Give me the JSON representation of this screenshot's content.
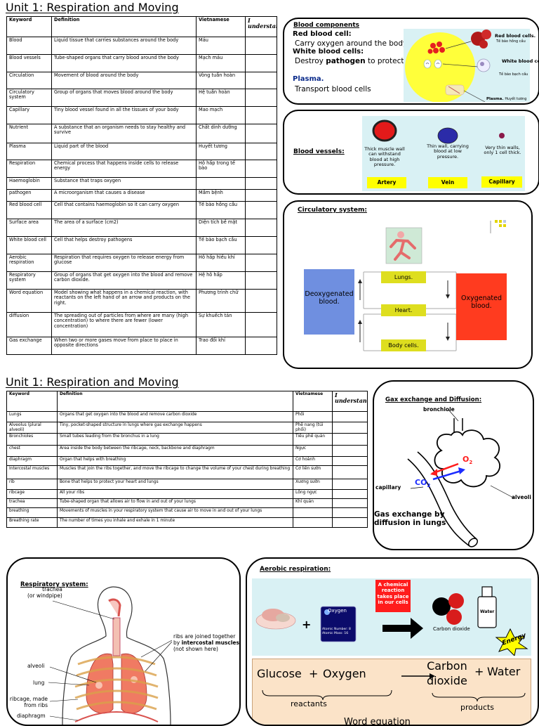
{
  "unit1": {
    "title": "Unit 1: Respiration and Moving",
    "headers": {
      "keyword": "Keyword",
      "definition": "Definition",
      "vietnamese": "Vietnamese",
      "understand": "I understand"
    },
    "rows": [
      {
        "k": "Blood",
        "d": "Liquid tissue that carries substances around the body",
        "v": "Máu"
      },
      {
        "k": "Blood vessels",
        "d": "Tube-shaped organs that carry blood around the body",
        "v": "Mạch máu"
      },
      {
        "k": "Circulation",
        "d": "Movement of blood around the body",
        "v": "Vòng tuần hoàn"
      },
      {
        "k": "Circulatory system",
        "d": "Group of organs that moves blood around the body",
        "v": "Hệ tuần hoàn"
      },
      {
        "k": "Capillary",
        "d": "Tiny blood vessel found in all the tissues of your body",
        "v": "Mao mạch"
      },
      {
        "k": "Nutrient",
        "d": "A substance that an organism needs to stay healthy and survive",
        "v": "Chất dinh dưỡng"
      },
      {
        "k": "Plasma",
        "d": "Liquid part of the blood",
        "v": "Huyết tương"
      },
      {
        "k": "Respiration",
        "d": "Chemical process that happens inside cells to release energy",
        "v": "Hô hấp trong tế bào"
      },
      {
        "k": "Haemoglobin",
        "d": "Substance that traps oxygen",
        "v": ""
      },
      {
        "k": "pathogen",
        "d": "A microorganism that causes a disease",
        "v": "Mầm bệnh"
      },
      {
        "k": "Red blood cell",
        "d": "Cell that contains haemoglobin so it can carry oxygen",
        "v": "Tế bào hồng cầu"
      },
      {
        "k": "Surface area",
        "d": "The area of a surface (cm2)",
        "v": "Diện tích bề mặt"
      },
      {
        "k": "White blood cell",
        "d": "Cell that helps destroy pathogens",
        "v": "Tế bào bạch cầu"
      },
      {
        "k": "Aerobic respiration",
        "d": "Respiration that requires oxygen to release energy from glucose",
        "v": "Hô hấp hiếu khí"
      },
      {
        "k": "Respiratory system",
        "d": "Group of organs that get oxygen into the blood and remove carbon dioxide.",
        "v": "Hệ hô hấp"
      },
      {
        "k": "Word equation",
        "d": "Model showing what happens in a chemical reaction, with reactants on the left hand of an arrow and products on the right.",
        "v": "Phương trình chữ"
      },
      {
        "k": "diffusion",
        "d": "The spreading out of particles from where are many (high concentration) to where there are fewer (lower concentration)",
        "v": "Sự khuếch tán"
      },
      {
        "k": "Gas exchange",
        "d": "When two or more gases move from place to place in opposite directions",
        "v": "Trao đổi khí"
      }
    ]
  },
  "unit1b": {
    "title": "Unit 1: Respiration and Moving",
    "headers": {
      "keyword": "Keyword",
      "definition": "Definition",
      "vietnamese": "Vietnamese",
      "understand": "I understand"
    },
    "rows": [
      {
        "k": "Lungs",
        "d": "Organs that get oxygen into the blood and remove carbon dioxide",
        "v": "Phổi"
      },
      {
        "k": "Alveolus (plural alveoli)",
        "d": "Tiny, pocket-shaped structure in lungs where gas exchange happens",
        "v": "Phế nang (túi phổi)"
      },
      {
        "k": "Bronchioles",
        "d": "Small tubes leading from the bronchus in a lung",
        "v": "Tiểu phế quản"
      },
      {
        "k": "chest",
        "d": "Area inside the body between the ribcage, neck, backbone and diaphragm",
        "v": "Ngực"
      },
      {
        "k": "diaphragm",
        "d": "Organ that helps with breathing",
        "v": "Cơ hoành"
      },
      {
        "k": "Intercostal muscles",
        "d": "Muscles that join the ribs together, and move the ribcage to change the volume of your chest during breathing",
        "v": "Cơ liên sườn"
      },
      {
        "k": "rib",
        "d": "Bone that helps to protect your heart and lungs",
        "v": "Xương sườn"
      },
      {
        "k": "ribcage",
        "d": "All your ribs",
        "v": "Lồng ngực"
      },
      {
        "k": "trachea",
        "d": "Tube-shaped organ that allows air to flow in and out of your lungs",
        "v": "Khí quản"
      },
      {
        "k": "breathing",
        "d": "Movements of muscles in your respiratory system that cause air to move in and out of your lungs",
        "v": ""
      },
      {
        "k": "Breathing rate",
        "d": "The number of times you inhale and exhale in 1 minute",
        "v": ""
      }
    ]
  },
  "blood_components": {
    "title": "Blood components",
    "rbc_heading": "Red blood cell:",
    "rbc_text": "Carry oxygen around the body",
    "wbc_heading": "White blood cells:",
    "wbc_pre": "Destroy ",
    "wbc_bold": "pathogen",
    "wbc_post": " to protect your body",
    "plasma_heading": "Plasma.",
    "plasma_text": "Transport blood cells",
    "lbl_rbc": "Red blood cells.",
    "lbl_rbc_vi": "Tế bào hồng cầu",
    "lbl_wbc": "White blood cells.",
    "lbl_wbc_vi": "Tế bào bạch cầu",
    "lbl_plasma": "Plasma.",
    "lbl_plasma_vi": "Huyết tương"
  },
  "blood_vessels": {
    "title": "Blood vessels:",
    "artery_desc": "Thick muscle wall can withstand blood at high pressure.",
    "vein_desc": "Thin wall, carrying blood at low pressure.",
    "capillary_desc": "Very thin walls, only 1 cell thick.",
    "artery": "Artery",
    "vein": "Vein",
    "capillary": "Capillary"
  },
  "circulatory": {
    "title": "Circulatory system:",
    "deoxy": "Deoxygenated blood.",
    "oxy": "Oxygenated blood.",
    "lungs": "Lungs.",
    "heart": "Heart.",
    "body": "Body cells."
  },
  "gas_exchange": {
    "title": "Gax exchange and Diffusion:",
    "bronchiole": "bronchiole",
    "o2": "O",
    "o2_sub": "2",
    "co2": "CO",
    "co2_sub": "2",
    "capillary": "capillary",
    "alveoli": "alveoli",
    "caption1": "Gas exchange by",
    "caption2": "diffusion in lungs"
  },
  "respiratory": {
    "title": "Respiratory system:",
    "trachea": "trachea",
    "windpipe": "(or windpipe)",
    "ribs1": "ribs are joined together",
    "ribs2_pre": "by ",
    "ribs2_bold": "intercostal muscles",
    "ribs3": "(not shown here)",
    "alveoli": "alveoli",
    "lung": "lung",
    "ribcage1": "ribcage, made",
    "ribcage2": "from ribs",
    "diaphragm": "diaphragm"
  },
  "aerobic": {
    "title": "Aerobic respiration:",
    "reaction_note": "A chemical reaction takes place in our cells",
    "plus": "+",
    "oxygen_title": "Oxygen",
    "oxygen_line1": "Atomic Number: 8",
    "oxygen_line2": "Atomic Mass: 16",
    "carbon_dioxide": "Carbon dioxide",
    "water_label": "Water",
    "energy": "Energy",
    "eq_glucose": "Glucose",
    "eq_plus1": "+",
    "eq_oxygen": "Oxygen",
    "eq_carbon": "Carbon",
    "eq_dioxide": "dioxide",
    "eq_plus2": "+",
    "eq_water": "Water",
    "reactants": "reactants",
    "products": "products",
    "word_eq": "Word equation"
  },
  "colors": {
    "yellow": "#ffff00",
    "cyan_panel": "#d9f1f4",
    "deoxy": "#6f8fe0",
    "oxy": "#ff3b1f",
    "green_box": "#dede1f",
    "peach": "#fbe3c8"
  }
}
